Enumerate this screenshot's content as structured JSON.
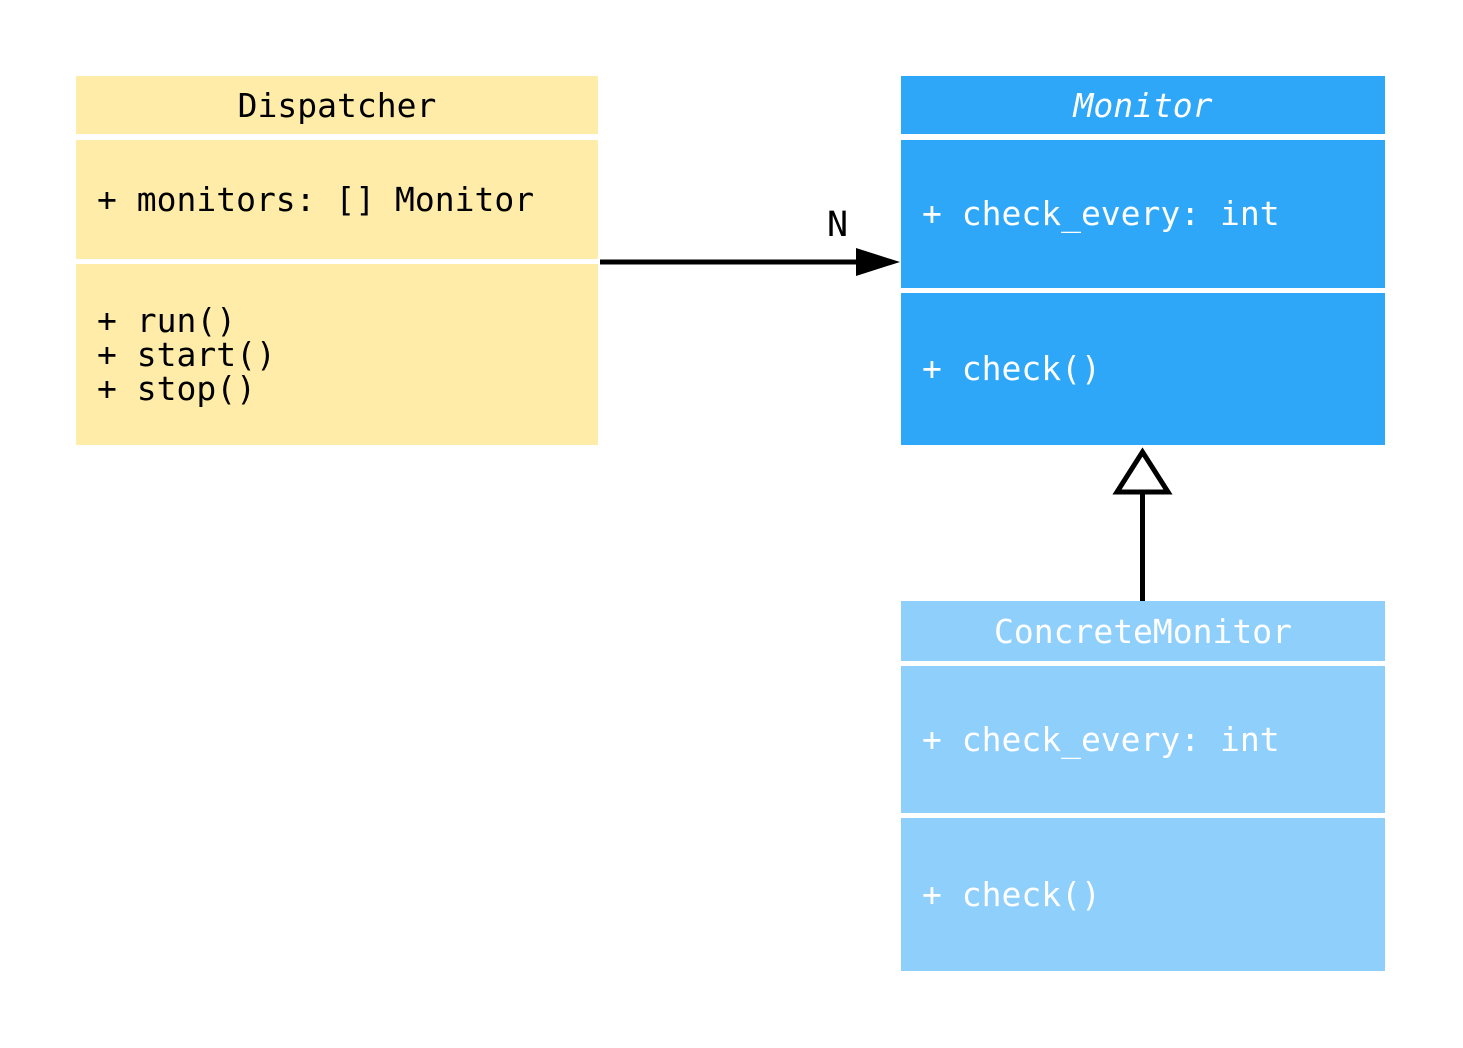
{
  "diagram": {
    "type": "uml-class-diagram",
    "background_color": "#FFFFFF",
    "classes": [
      {
        "name": "Dispatcher",
        "abstract": false,
        "attributes": [
          "+ monitors: [] Monitor"
        ],
        "methods": [
          "+ run()",
          "+ start()",
          "+ stop()"
        ],
        "fill_color": "#FFECA9",
        "text_color": "#000000"
      },
      {
        "name": "Monitor",
        "abstract": true,
        "attributes": [
          "+ check_every: int"
        ],
        "methods": [
          "+ check()"
        ],
        "fill_color": "#2FA7F8",
        "text_color": "#FFFFFF"
      },
      {
        "name": "ConcreteMonitor",
        "abstract": false,
        "attributes": [
          "+ check_every: int"
        ],
        "methods": [
          "+ check()"
        ],
        "fill_color": "#8FCFFC",
        "text_color": "#FFFFFF"
      }
    ],
    "relationships": [
      {
        "type": "association",
        "from": "Dispatcher",
        "to": "Monitor",
        "label": "N",
        "arrow": "filled-arrowhead",
        "line_color": "#000000"
      },
      {
        "type": "inheritance",
        "from": "ConcreteMonitor",
        "to": "Monitor",
        "label": "",
        "arrow": "hollow-triangle",
        "line_color": "#000000"
      }
    ]
  }
}
